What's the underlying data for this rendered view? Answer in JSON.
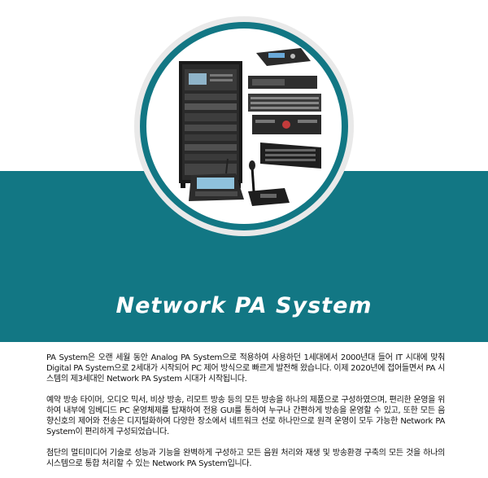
{
  "hero": {
    "title": "Network PA System"
  },
  "colors": {
    "teal": "#127784",
    "ring_gray": "#e9e9e9"
  },
  "paragraphs": [
    "PA System은 오랜 세월 동안 Analog PA System으로 적용하여 사용하던 1세대에서 2000년대 들어 IT 시대에 맞춰 Digital PA System으로 2세대가 시작되어 PC 제어 방식으로 빠르게 발전해 왔습니다. 이제 2020년에 접어들면서 PA 시스템의 제3세대인 Network PA System 시대가 시작됩니다.",
    "예약 방송 타이머, 오디오 믹서, 비상 방송, 리모트 방송 등의 모든 방송을 하나의 제품으로 구성하였으며, 편리한 운영을 위하여 내부에 임베디드 PC 운영체제를 탑재하여 전용 GUI를 통하여 누구나 간편하게 방송을 운영할 수 있고, 또한 모든 음향신호의 제어와 전송은 디지털화하여 다양한 장소에서 네트워크 선로 하나만으로 원격 운영이 모두 가능한 Network PA System이 편리하게 구성되었습니다.",
    "첨단의 멀티미디어 기술로 성능과 기능을 완벽하게 구성하고 모든 음원 처리와 재생 및 방송환경 구축의 모든 것을 하나의 시스템으로 통합 처리할 수 있는 Network PA System입니다."
  ]
}
